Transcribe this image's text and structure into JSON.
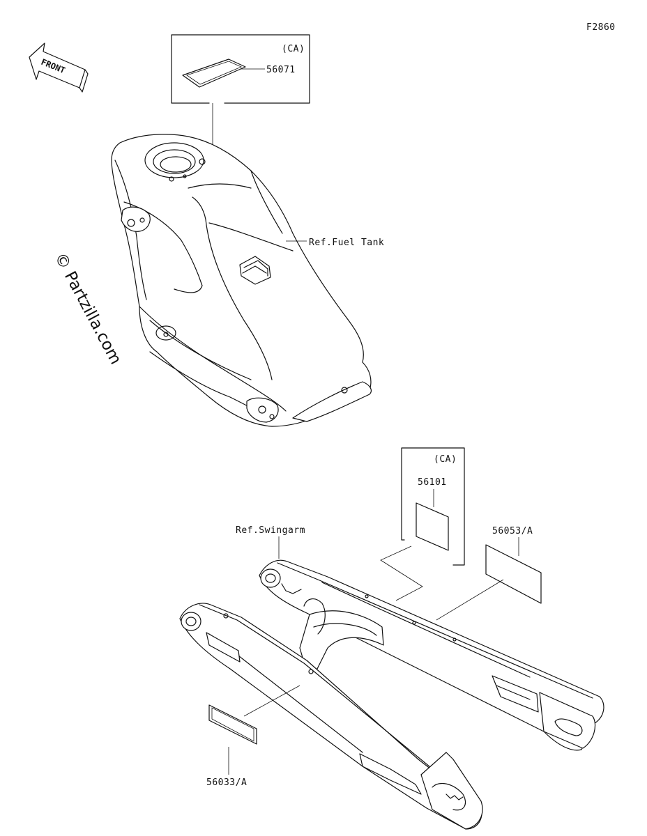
{
  "figure_code": "F2860",
  "front_label": "FRONT",
  "watermark": "© Partzilla.com",
  "callouts": {
    "ca_top": "(CA)",
    "part_56071": "56071",
    "ref_fuel_tank": "Ref.Fuel Tank",
    "ca_mid": "(CA)",
    "part_56101": "56101",
    "part_56053a": "56053/A",
    "ref_swingarm": "Ref.Swingarm",
    "part_56033a": "56033/A"
  }
}
